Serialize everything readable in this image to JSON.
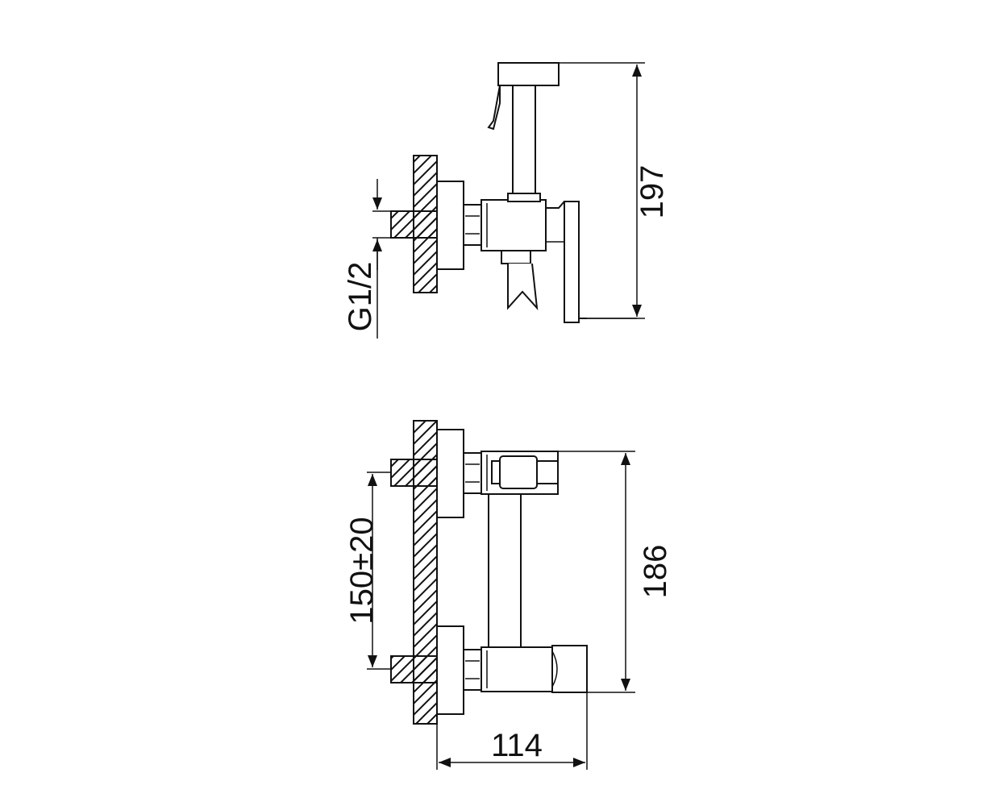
{
  "dimensions": {
    "overall_height_side": "197",
    "thread": "G1/2",
    "centers": "150±20",
    "overall_height_front": "186",
    "depth": "114"
  },
  "colors": {
    "line": "#111111",
    "background": "#ffffff"
  }
}
